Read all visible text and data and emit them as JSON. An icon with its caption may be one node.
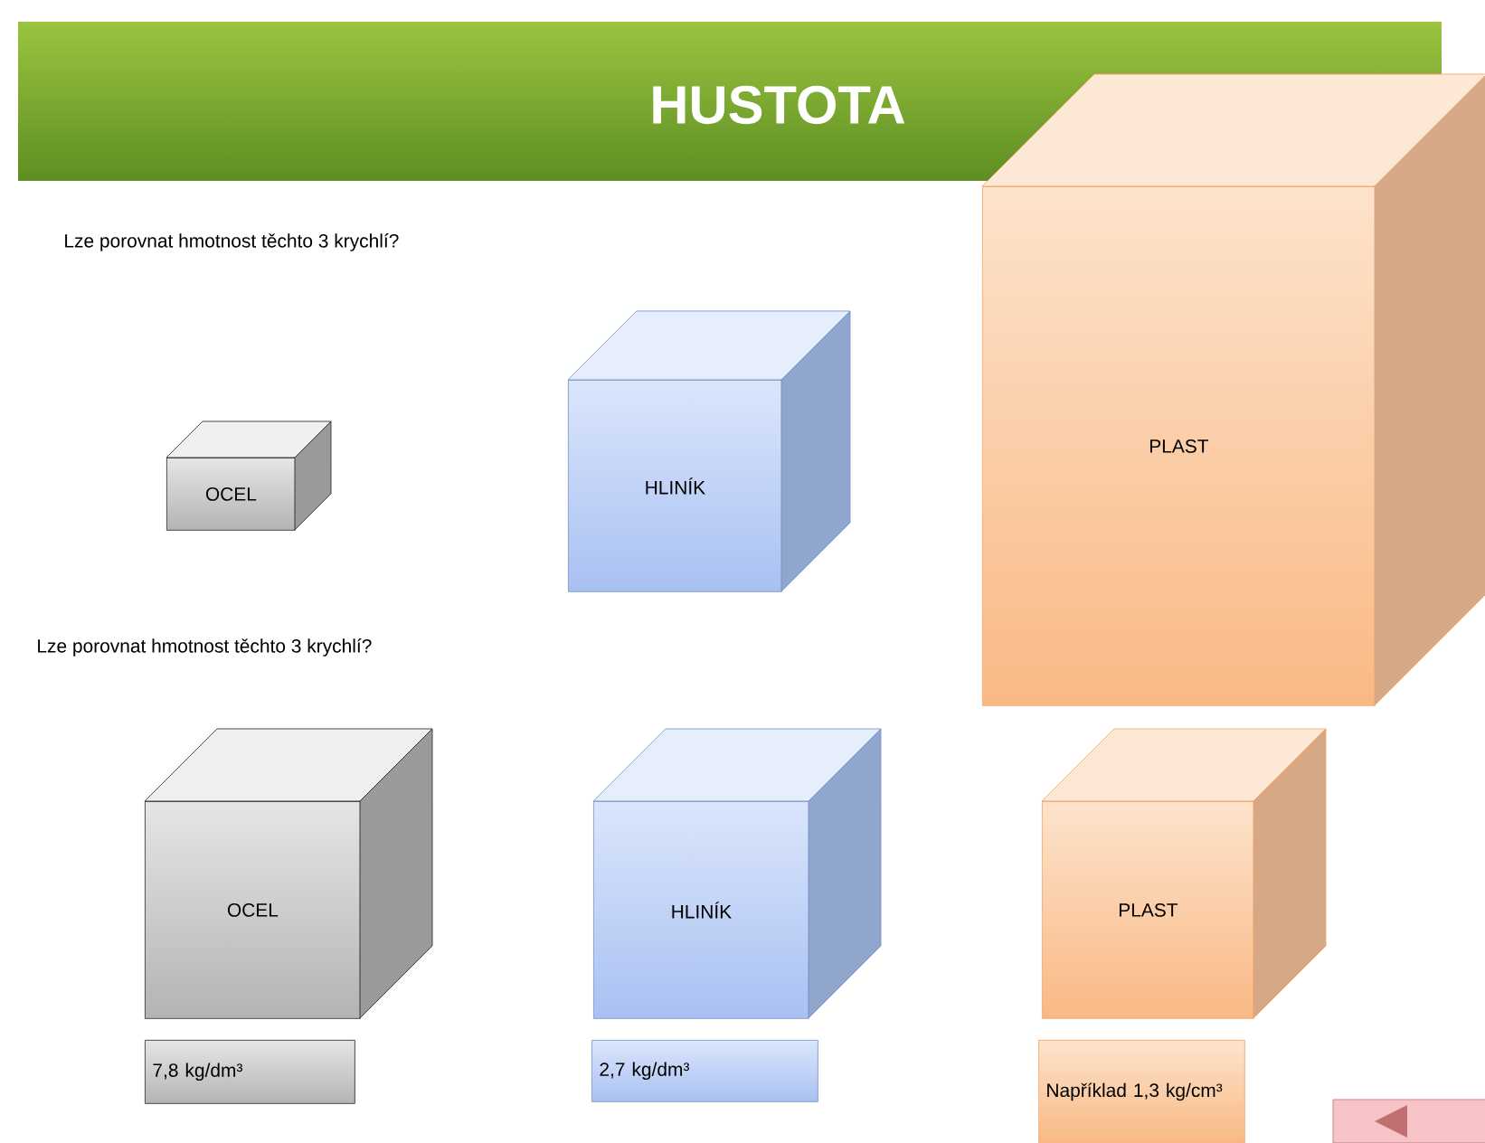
{
  "diagram": {
    "title": "HUSTOTA",
    "nodes": [
      {
        "text": [
          "OCEL"
        ]
      },
      {
        "text": [
          "HLINÍK"
        ]
      },
      {
        "text": [
          "PLAST"
        ]
      },
      {
        "text": [
          "OCEL"
        ]
      },
      {
        "text": [
          "HLINÍK"
        ]
      },
      {
        "text": [
          "PLAST"
        ]
      },
      {
        "text": [
          "7,8 kg/dm³"
        ]
      },
      {
        "text": [
          "2,7 kg/dm³"
        ]
      },
      {
        "text": [
          "Například 1,3 kg/cm³"
        ]
      }
    ],
    "labels": [
      "Lze porovnat hmotnost těchto 3 krychlí?",
      "Lze porovnat hmotnost těchto 3 krychlí?"
    ]
  }
}
